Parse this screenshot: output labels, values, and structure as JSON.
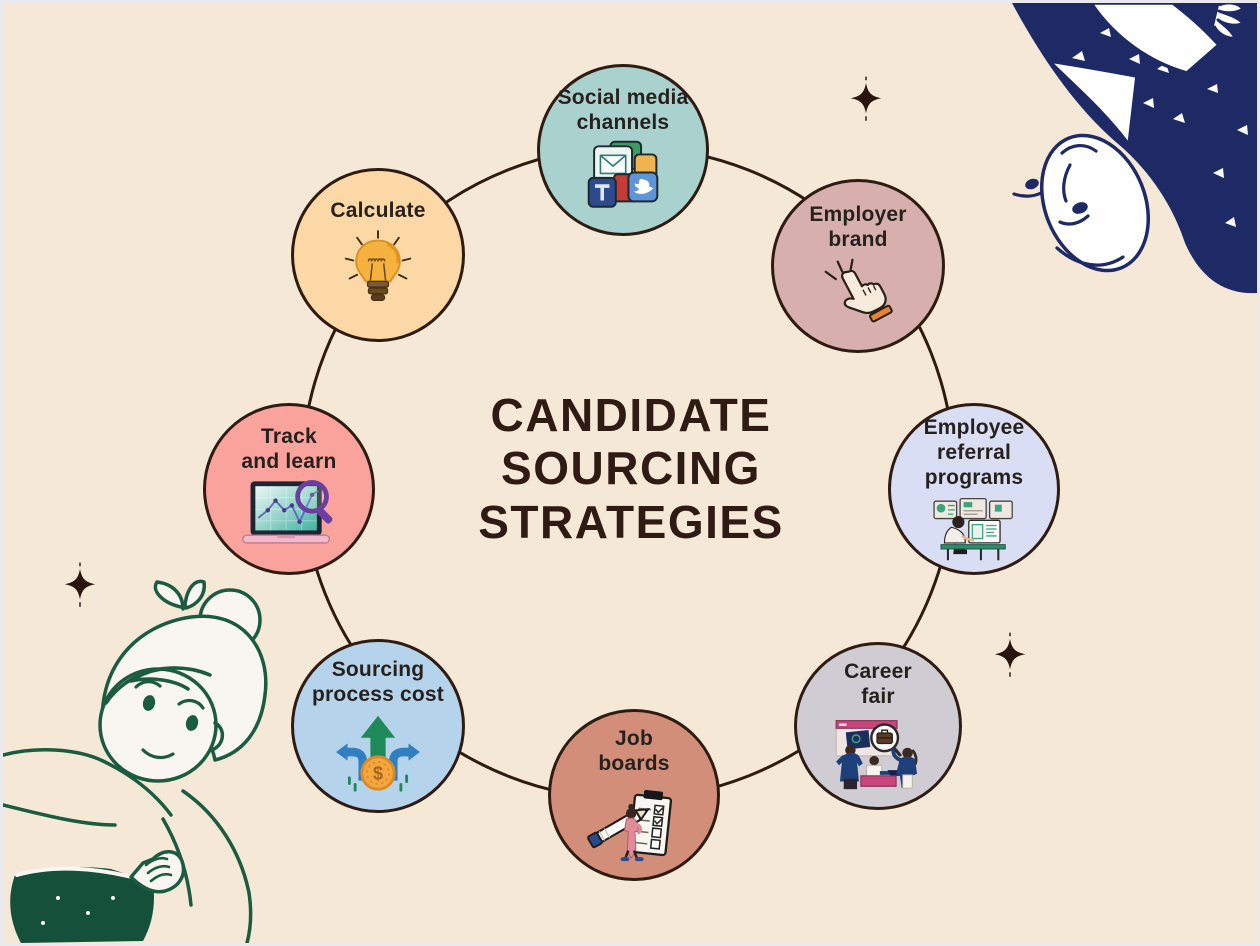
{
  "title": {
    "text": "CANDIDATE\nSOURCING\nSTRATEGIES"
  },
  "nodes": [
    {
      "id": "social-media-channels",
      "label": "Social media\nchannels",
      "color": "#a9d2cf",
      "icon": "social-media-apps-icon"
    },
    {
      "id": "employer-brand",
      "label": "Employer\nbrand",
      "color": "#d7b0ae",
      "icon": "click-cursor-icon"
    },
    {
      "id": "employee-referral-programs",
      "label": "Employee\nreferral\nprograms",
      "color": "#dadef5",
      "icon": "employee-desk-icon"
    },
    {
      "id": "career-fair",
      "label": "Career\nfair",
      "color": "#cfccd3",
      "icon": "career-fair-booth-icon"
    },
    {
      "id": "job-boards",
      "label": "Job\nboards",
      "color": "#d28e79",
      "icon": "clipboard-pencil-icon"
    },
    {
      "id": "sourcing-process-cost",
      "label": "Sourcing\nprocess cost",
      "color": "#b5d4eb",
      "icon": "cost-arrows-coin-icon"
    },
    {
      "id": "track-and-learn",
      "label": "Track\nand learn",
      "color": "#f9a39c",
      "icon": "laptop-chart-magnifier-icon"
    },
    {
      "id": "calculate",
      "label": "Calculate",
      "color": "#fcd8a7",
      "icon": "lightbulb-icon"
    }
  ],
  "decorations": {
    "background_color": "#f6e8d7",
    "frame_color": "#e9e9ee",
    "ring_color": "#2e1b12",
    "title_color": "#2f1a14",
    "label_color": "#27211e",
    "sparkle_color": "#2a1410",
    "navy_doodle_color": "#1e2a66",
    "green_doodle_color": "#1b5b40",
    "sparkle_count": 3
  }
}
